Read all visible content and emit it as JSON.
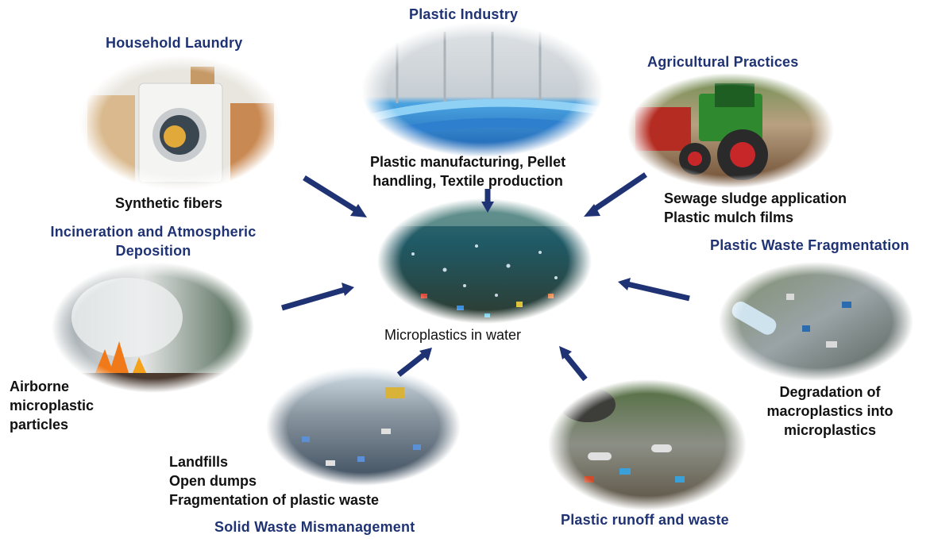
{
  "center": {
    "label": "Microplastics in water"
  },
  "sources": {
    "household_laundry": {
      "title": "Household Laundry",
      "lines": [
        "Synthetic fibers"
      ]
    },
    "plastic_industry": {
      "title": "Plastic Industry",
      "lines": [
        "Plastic manufacturing, Pellet",
        "handling, Textile production"
      ]
    },
    "agricultural_practices": {
      "title": "Agricultural Practices",
      "lines": [
        "Sewage sludge application",
        "Plastic mulch films"
      ]
    },
    "incineration": {
      "title_lines": [
        "Incineration and Atmospheric",
        "Deposition"
      ],
      "lines": [
        "Airborne",
        "microplastic",
        "particles"
      ]
    },
    "plastic_waste_fragmentation": {
      "title": "Plastic Waste Fragmentation",
      "lines": [
        "Degradation of",
        "macroplastics into",
        "microplastics"
      ]
    },
    "solid_waste_mismanagement": {
      "title": "Solid Waste Mismanagement",
      "lines": [
        "Landfills",
        "Open dumps",
        "Fragmentation of plastic waste"
      ]
    },
    "plastic_runoff": {
      "title": "Plastic runoff and waste",
      "lines": []
    }
  },
  "colors": {
    "title": "#1f3374",
    "arrow": "#1f3374",
    "text": "#111111"
  }
}
